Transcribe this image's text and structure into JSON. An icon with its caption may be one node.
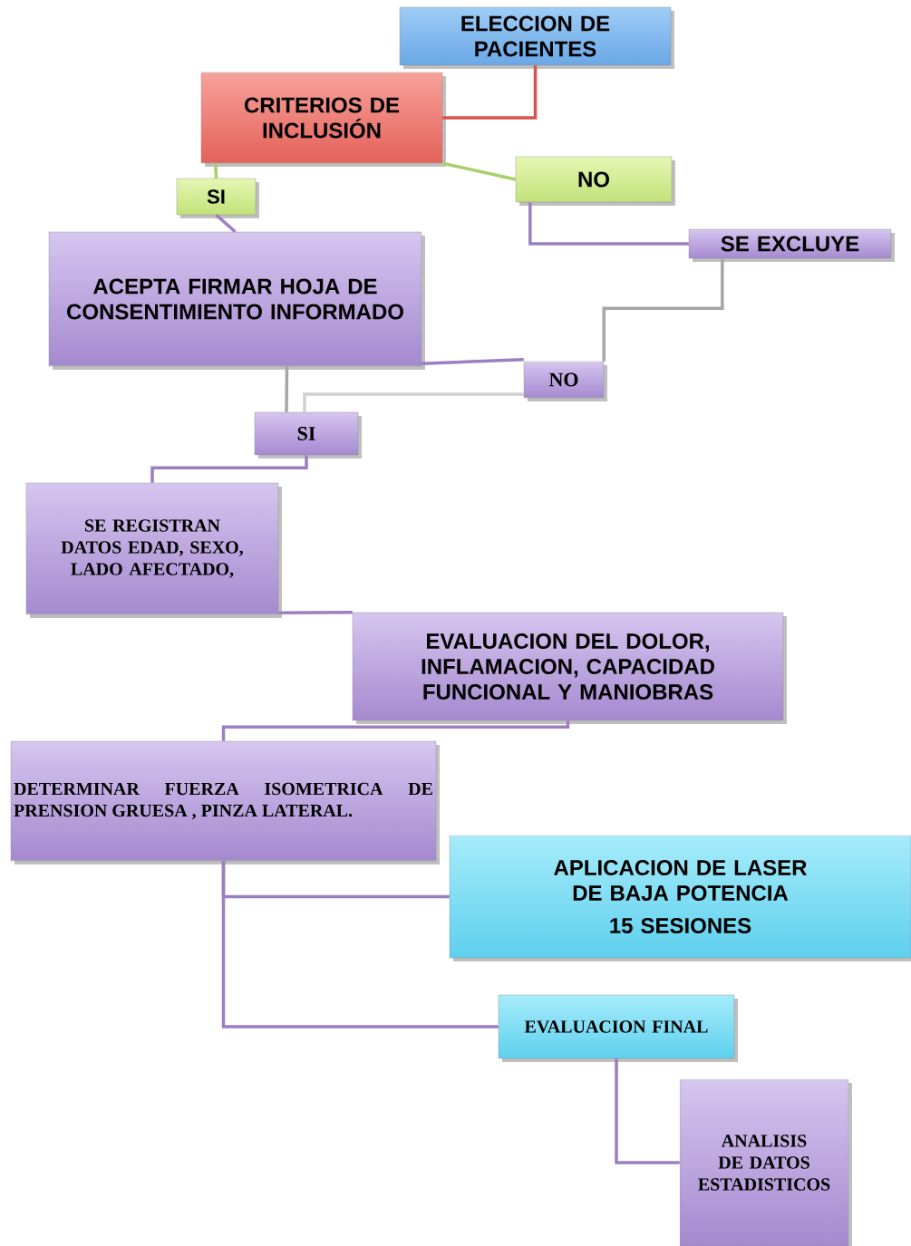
{
  "diagram": {
    "nodes": [
      {
        "text": [
          "ELECCION DE PACIENTES"
        ]
      },
      {
        "text": [
          "CRITERIOS DE INCLUSIÓN"
        ]
      },
      {
        "text": [
          "SI"
        ]
      },
      {
        "text": [
          "NO"
        ]
      },
      {
        "text": [
          "SE EXCLUYE"
        ]
      },
      {
        "text": [
          "ACEPTA FIRMAR HOJA DE CONSENTIMIENTO INFORMADO"
        ]
      },
      {
        "text": [
          "NO"
        ]
      },
      {
        "text": [
          "SI"
        ]
      },
      {
        "text": [
          "SE REGISTRAN DATOS EDAD, SEXO, LADO AFECTADO,"
        ]
      },
      {
        "text": [
          "EVALUACION DEL DOLOR, INFLAMACION, CAPACIDAD FUNCIONAL Y MANIOBRAS"
        ]
      },
      {
        "text": [
          "DETERMINAR FUERZA ISOMETRICA DE PRENSION GRUESA , PINZA LATERAL."
        ]
      },
      {
        "text": [
          "APLICACION DE LASER DE BAJA POTENCIA",
          "15 SESIONES"
        ]
      },
      {
        "text": [
          "EVALUACION FINAL"
        ]
      },
      {
        "text": [
          "ANALISIS DE DATOS ESTADISTICOS"
        ]
      }
    ],
    "edges": [
      {
        "from": 0,
        "to": 1,
        "arrow": "none",
        "color": "#d9534f"
      },
      {
        "from": 1,
        "to": 2,
        "arrow": "none",
        "color": "#a8cf6a"
      },
      {
        "from": 1,
        "to": 3,
        "arrow": "none",
        "color": "#a8cf6a"
      },
      {
        "from": 3,
        "to": 4,
        "arrow": "none"
      },
      {
        "from": 2,
        "to": 5,
        "arrow": "none"
      },
      {
        "from": 4,
        "to": 6,
        "arrow": "none",
        "color": "#a6a6a6"
      },
      {
        "from": 5,
        "to": 6,
        "arrow": "none"
      },
      {
        "from": 5,
        "to": 7,
        "arrow": "none",
        "color": "#a6a6a6"
      },
      {
        "from": 6,
        "to": 7,
        "arrow": "none",
        "color": "#d0d0d0"
      },
      {
        "from": 7,
        "to": 8,
        "arrow": "none"
      },
      {
        "from": 8,
        "to": 9,
        "arrow": "none"
      },
      {
        "from": 9,
        "to": 10,
        "arrow": "none"
      },
      {
        "from": 10,
        "to": 11,
        "arrow": "none"
      },
      {
        "from": 10,
        "to": 12,
        "arrow": "none"
      },
      {
        "from": 12,
        "to": 13,
        "arrow": "none"
      }
    ]
  }
}
